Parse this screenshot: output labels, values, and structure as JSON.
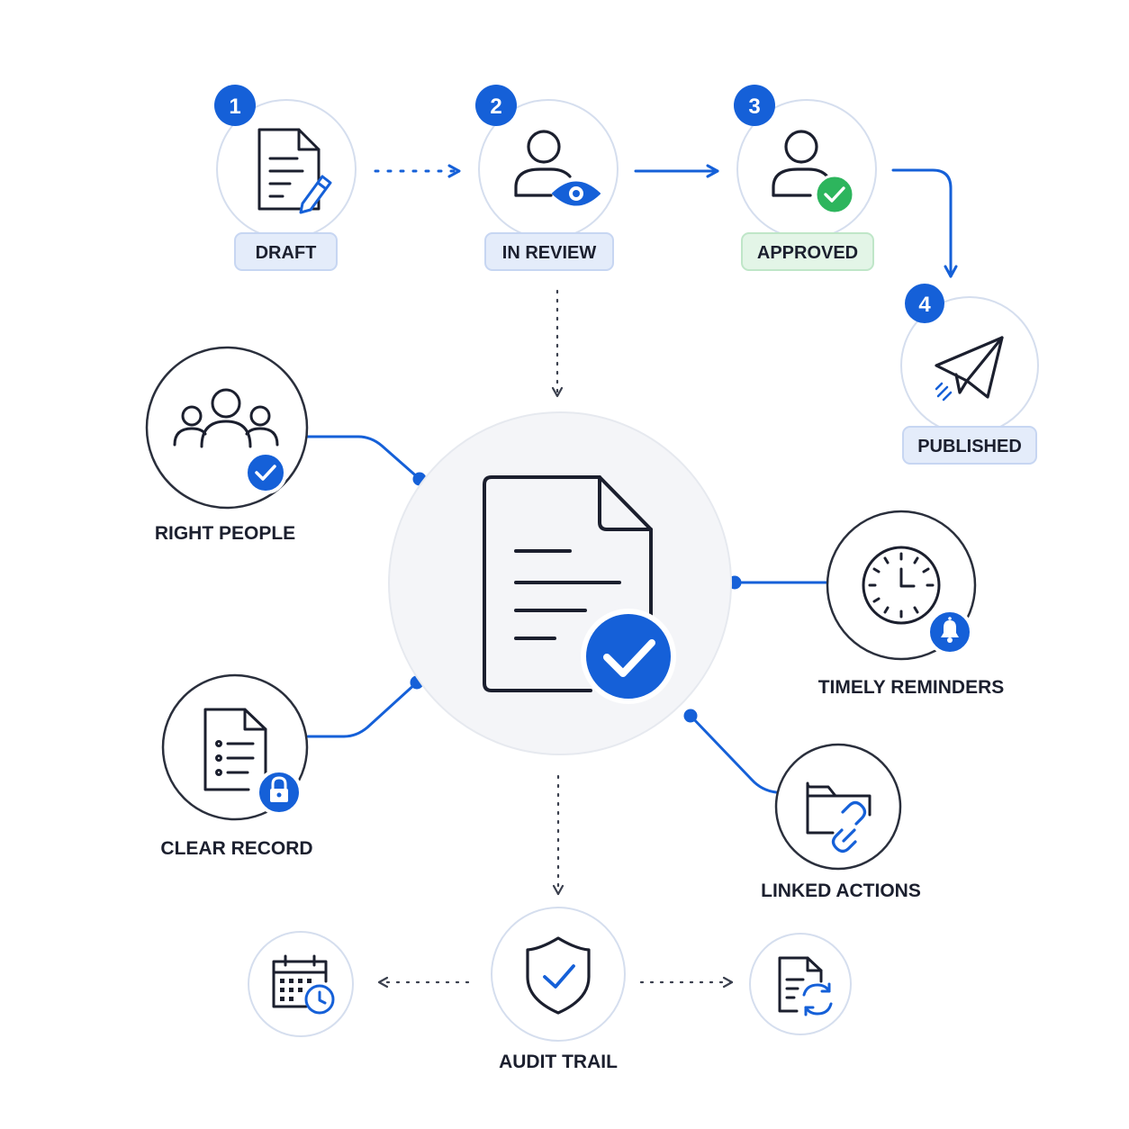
{
  "colors": {
    "accent": "#1560D8",
    "ink": "#1B1F2E",
    "success": "#2DB55D",
    "pill_blue_bg": "#E4ECFA",
    "pill_blue_border": "#C7D6F2",
    "pill_green_bg": "#E3F5E7",
    "pill_green_border": "#BFE6C8",
    "center_bg": "#F4F5F8",
    "stage_ring": "#D5DEEE",
    "connector_gray": "#3A3F4D"
  },
  "stages": [
    {
      "number": "1",
      "label": "DRAFT",
      "icon": "document-edit-icon",
      "pill": "blue"
    },
    {
      "number": "2",
      "label": "IN REVIEW",
      "icon": "reviewer-eye-icon",
      "pill": "blue"
    },
    {
      "number": "3",
      "label": "APPROVED",
      "icon": "user-check-icon",
      "pill": "green"
    },
    {
      "number": "4",
      "label": "PUBLISHED",
      "icon": "paper-plane-icon",
      "pill": "blue"
    }
  ],
  "center": {
    "icon": "approved-document-icon"
  },
  "features": [
    {
      "label": "RIGHT PEOPLE",
      "icon": "people-group-icon",
      "badge": "check-badge-icon"
    },
    {
      "label": "CLEAR RECORD",
      "icon": "checklist-document-icon",
      "badge": "lock-badge-icon"
    },
    {
      "label": "TIMELY REMINDERS",
      "icon": "clock-icon",
      "badge": "bell-badge-icon"
    },
    {
      "label": "LINKED ACTIONS",
      "icon": "folder-link-icon",
      "badge": ""
    }
  ],
  "audit": {
    "label": "AUDIT TRAIL",
    "icon": "shield-check-icon",
    "left_icon": "calendar-clock-icon",
    "right_icon": "document-sync-icon"
  }
}
